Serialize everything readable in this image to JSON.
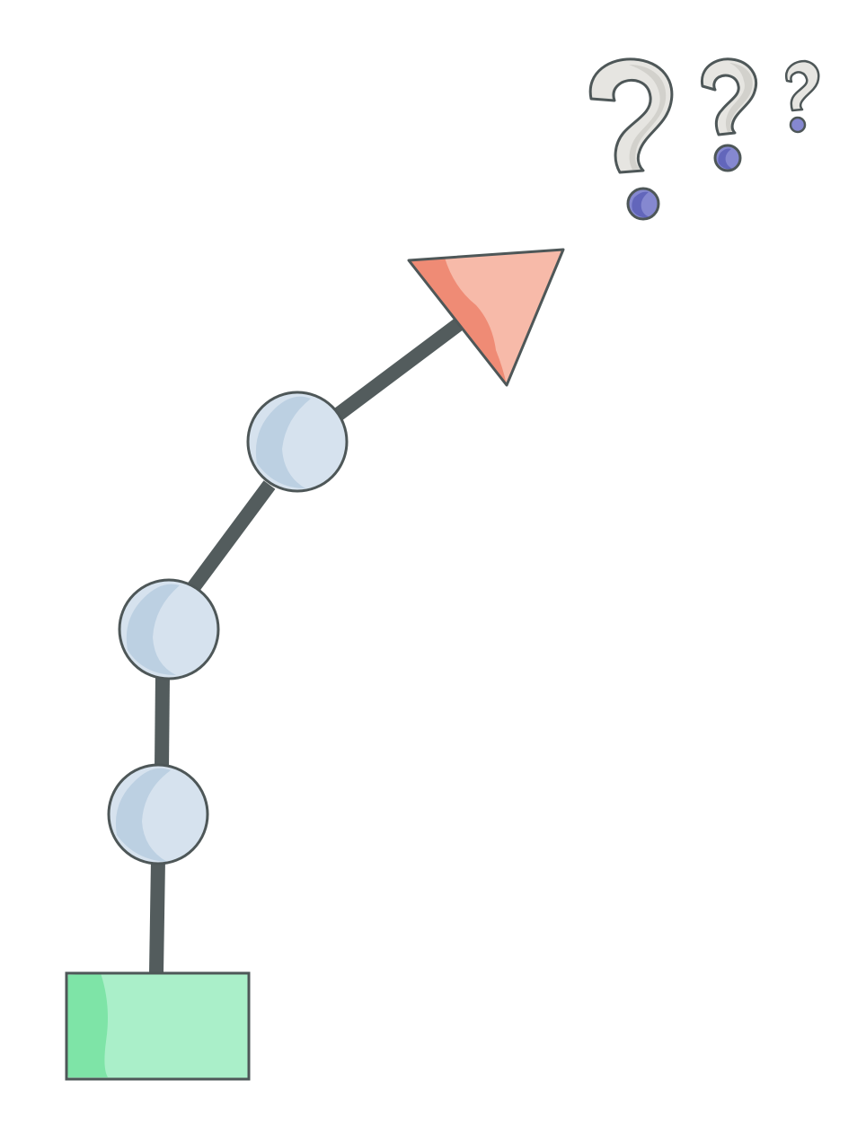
{
  "diagram": {
    "structure": [
      "base",
      "joint",
      "joint",
      "joint",
      "end-effector"
    ],
    "joint_count": 3,
    "questions": [
      "?",
      "?",
      "?"
    ],
    "colors": {
      "background": "#ffffff",
      "outline": "#4e5758",
      "link": "#535c5d",
      "base_fill": "#aaefc9",
      "base_shade": "#7ee4a7",
      "joint_fill": "#d6e2ee",
      "joint_shade": "#bcd0e2",
      "effector_fill": "#f7baa9",
      "effector_shade": "#ef8b75",
      "question_fill": "#e6e5e1",
      "question_shade": "#d2d1cc",
      "dot_fill": "#8588d0",
      "dot_shade": "#6266bb"
    }
  }
}
